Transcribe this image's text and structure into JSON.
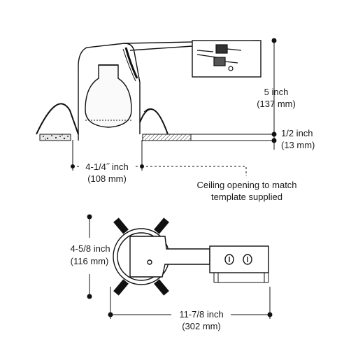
{
  "side_view": {
    "height_label": "5 inch",
    "height_metric": "(137 mm)",
    "ceiling_label": "1/2 inch",
    "ceiling_metric": "(13 mm)",
    "width_label": "4-1/4˝ inch",
    "width_metric": "(108 mm)",
    "note_line1": "Ceiling opening to match",
    "note_line2": "template supplied"
  },
  "top_view": {
    "height_label": "4-5/8 inch",
    "height_metric": "(116 mm)",
    "length_label": "11-7/8 inch",
    "length_metric": "(302 mm)"
  }
}
